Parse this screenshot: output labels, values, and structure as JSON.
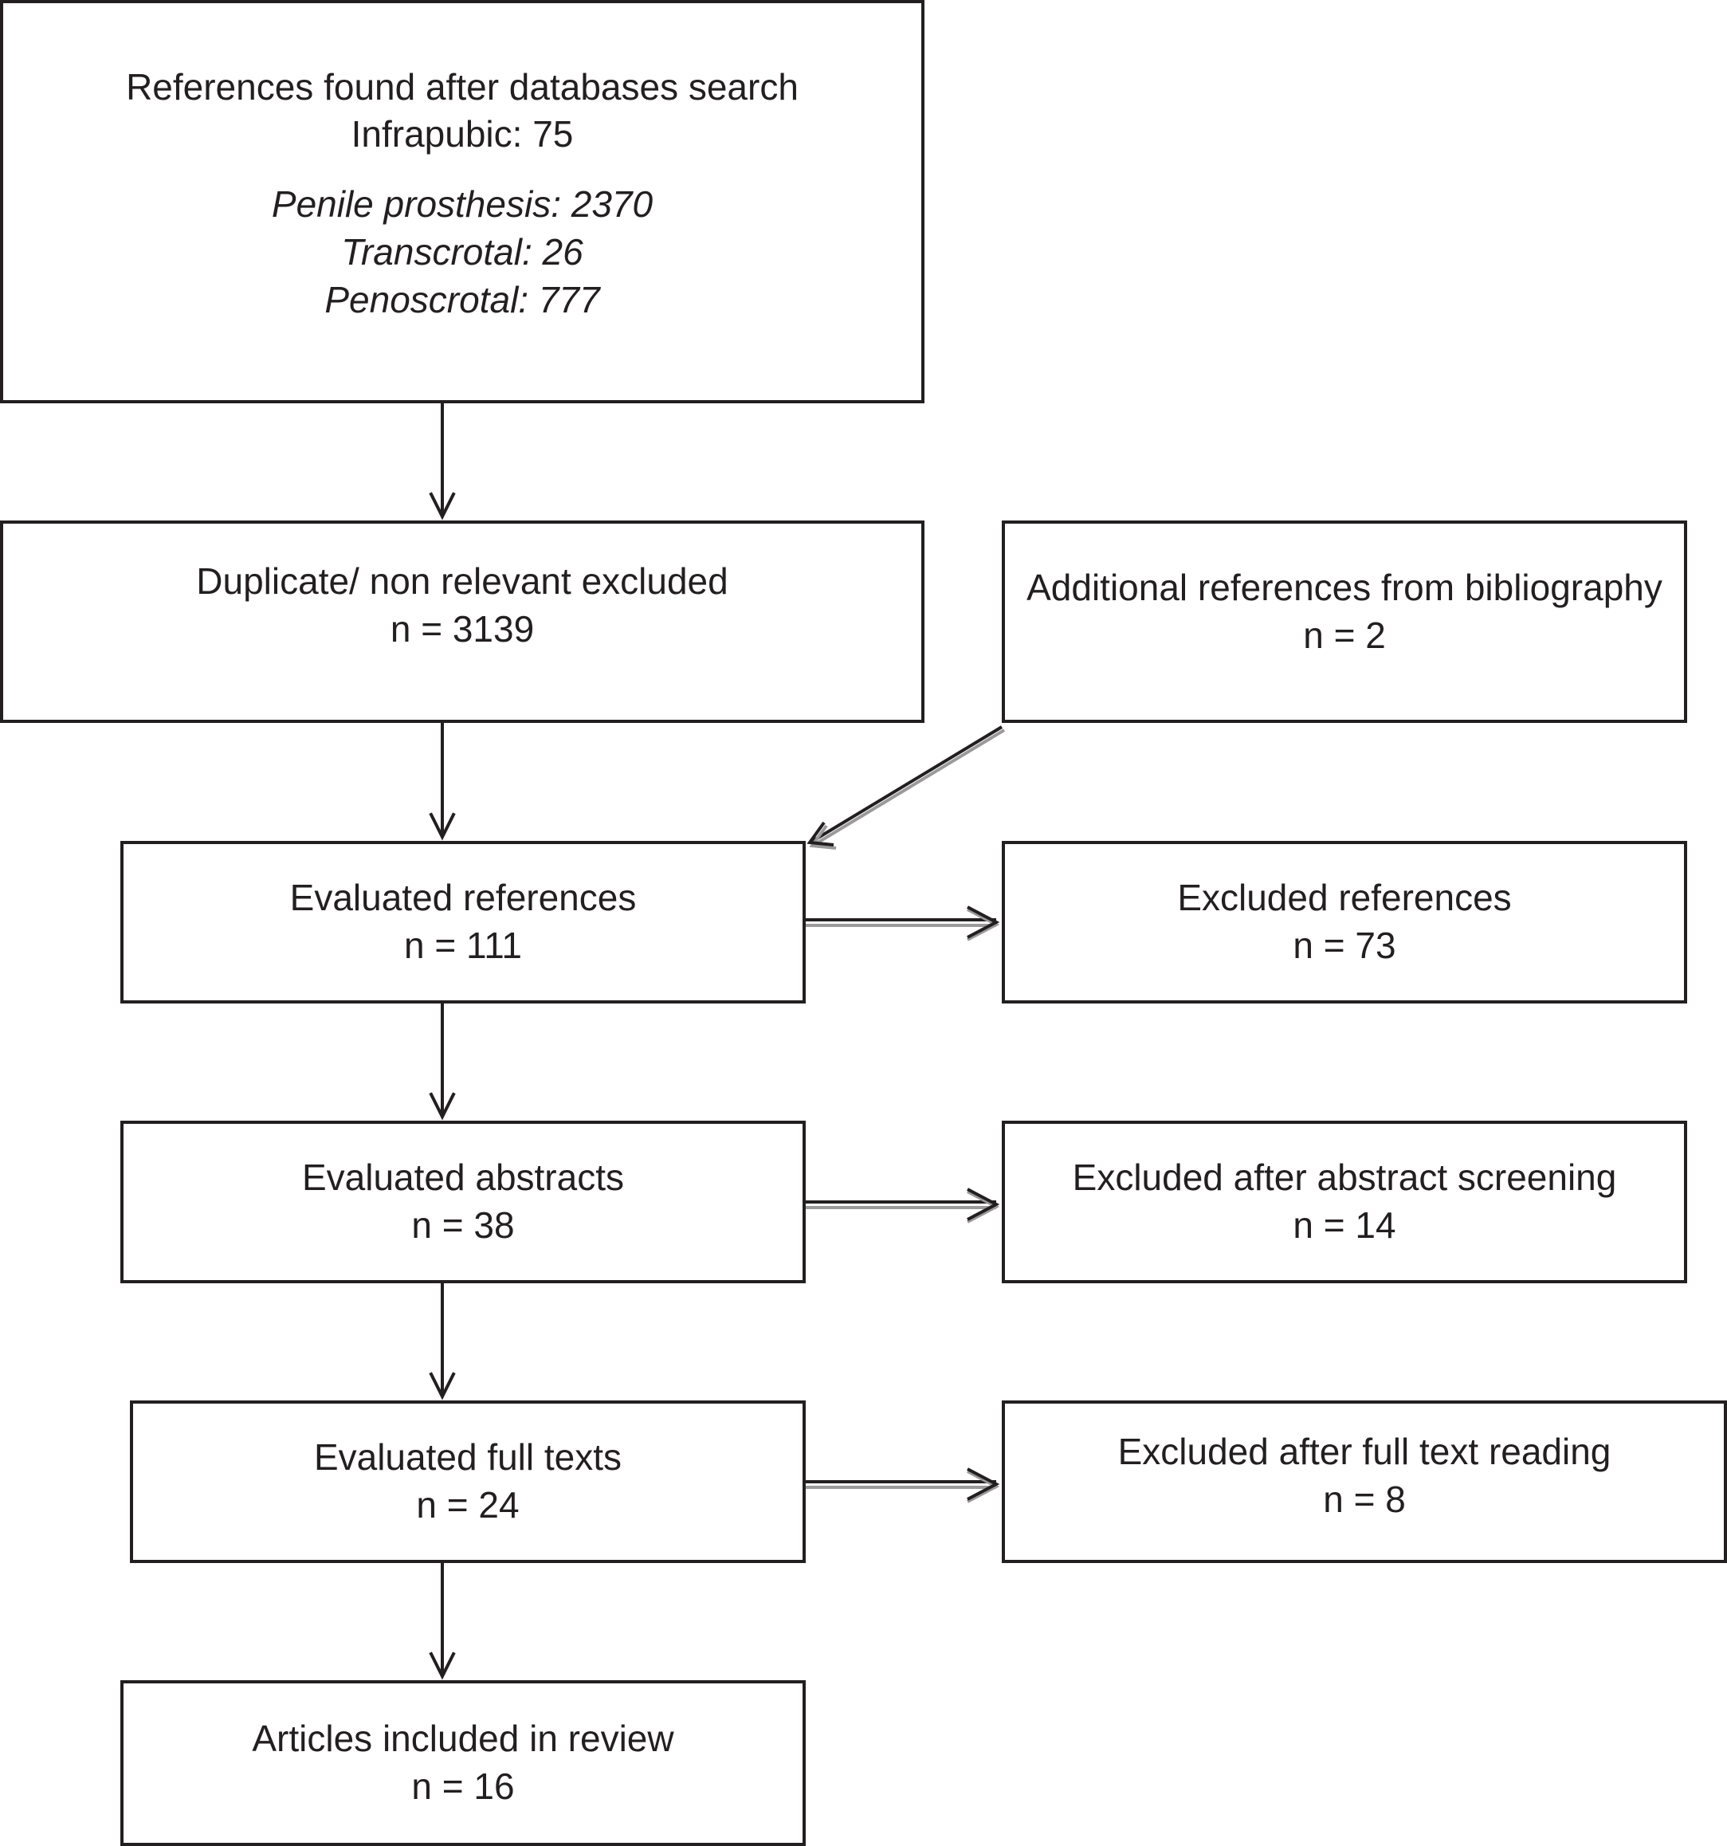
{
  "boxes": {
    "search": {
      "line1": "References found after databases search",
      "line2": "Infrapubic: 75",
      "line3": "Penile prosthesis: 2370",
      "line4": "Transcrotal: 26",
      "line5": "Penoscrotal: 777"
    },
    "duplicates": {
      "label": "Duplicate/ non relevant excluded",
      "count": "n = 3139"
    },
    "additional": {
      "label": "Additional references from bibliography",
      "count": "n = 2"
    },
    "evaluated_refs": {
      "label": "Evaluated references",
      "count": "n = 111"
    },
    "excluded_refs": {
      "label": "Excluded references",
      "count": "n = 73"
    },
    "evaluated_abstracts": {
      "label": "Evaluated abstracts",
      "count": "n = 38"
    },
    "excluded_abstracts": {
      "label": "Excluded after abstract screening",
      "count": "n = 14"
    },
    "evaluated_fulltexts": {
      "label": "Evaluated full texts",
      "count": "n = 24"
    },
    "excluded_fulltexts": {
      "label": "Excluded after full text reading",
      "count": "n = 8"
    },
    "included": {
      "label": "Articles included in review",
      "count": "n = 16"
    }
  },
  "colors": {
    "line": "#231f20",
    "arrow_shadow": "#9a9a9a",
    "background": "#ffffff"
  }
}
